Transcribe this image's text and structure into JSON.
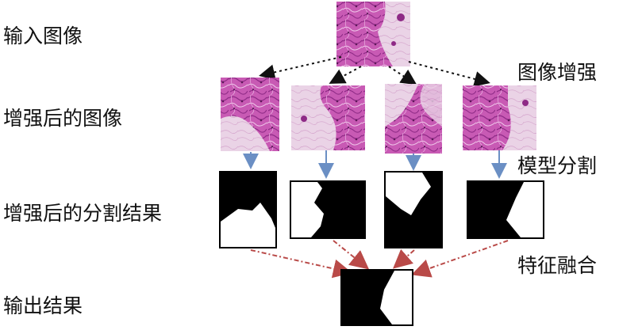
{
  "row_labels": {
    "input": "输入图像",
    "augmented": "增强后的图像",
    "aug_segmentation": "增强后的分割结果",
    "output": "输出结果"
  },
  "stage_labels": {
    "augmentation": "图像增强",
    "segmentation": "模型分割",
    "fusion": "特征融合"
  },
  "colors": {
    "tissue_pink": "#c85ab4",
    "tissue_dark": "#8e2a86",
    "tissue_light": "#e8cde3",
    "blue_arrow": "#6b8fc4",
    "red_arrow": "#b94a48",
    "mask_black": "#000000",
    "mask_white": "#ffffff"
  }
}
